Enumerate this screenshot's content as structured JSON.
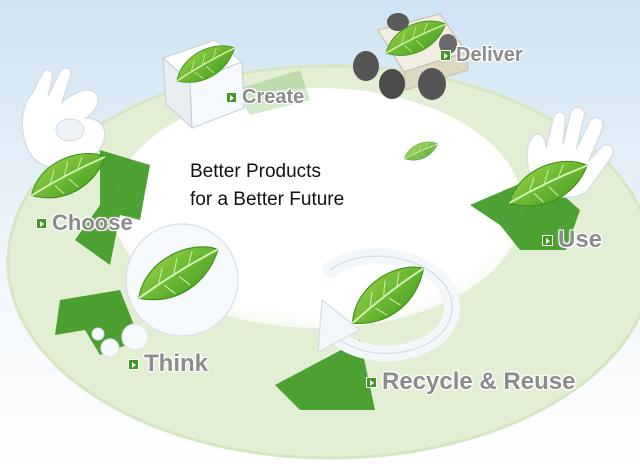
{
  "center": {
    "line1": "Better Products",
    "line2": "for a Better Future"
  },
  "steps": [
    {
      "key": "create",
      "label": "Create"
    },
    {
      "key": "deliver",
      "label": "Deliver"
    },
    {
      "key": "choose",
      "label": "Choose"
    },
    {
      "key": "use",
      "label": "Use"
    },
    {
      "key": "think",
      "label": "Think"
    },
    {
      "key": "recycle",
      "label": "Recycle & Reuse"
    }
  ],
  "colors": {
    "ring": "#e5f0d6",
    "arrow_green": "#3f9a24",
    "leaf_green": "#58b41e",
    "label_gray": "#8c8c8c"
  },
  "icons": [
    "box-icon",
    "truck-icon",
    "ok-hand-icon",
    "open-hand-icon",
    "thought-bubble-icon",
    "recycle-arrow-icon",
    "leaf-icon"
  ]
}
